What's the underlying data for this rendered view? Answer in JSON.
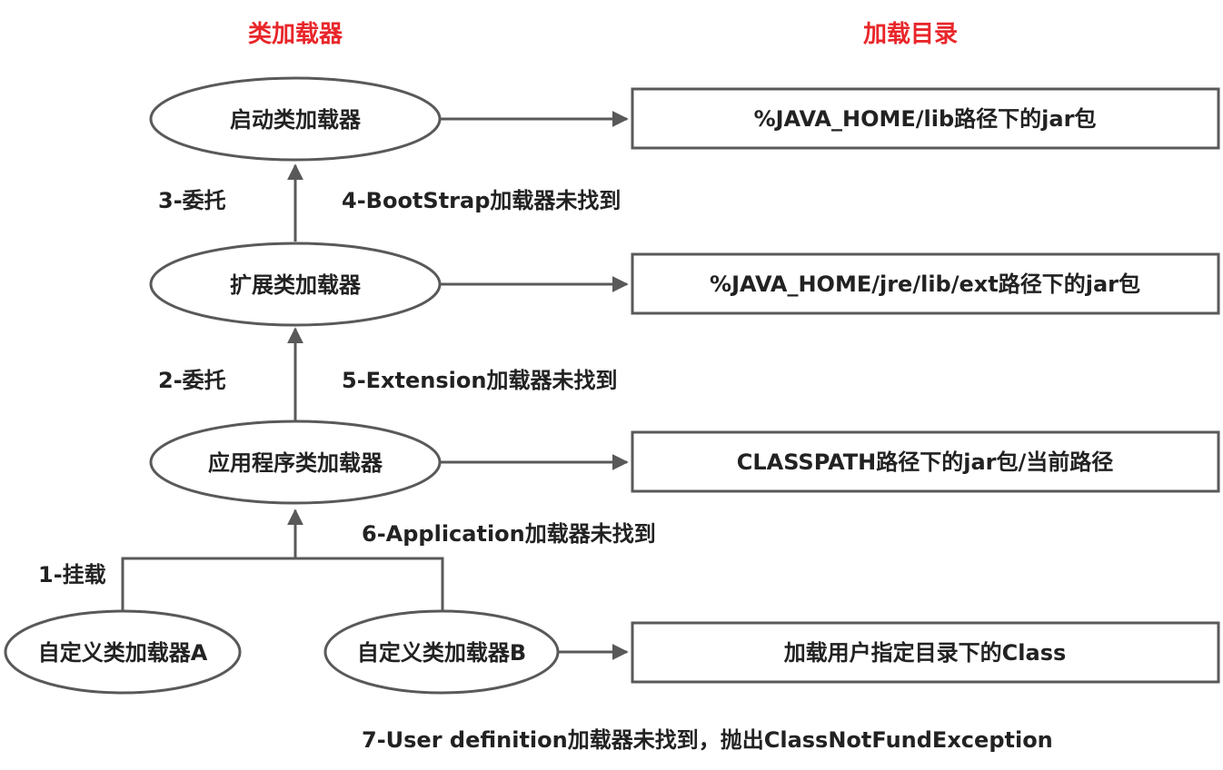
{
  "headers": {
    "loaders": "类加载器",
    "directories": "加载目录"
  },
  "nodes": {
    "bootstrap": "启动类加载器",
    "extension": "扩展类加载器",
    "application": "应用程序类加载器",
    "custom_a": "自定义类加载器A",
    "custom_b": "自定义类加载器B"
  },
  "directories": {
    "bootstrap": "%JAVA_HOME/lib路径下的jar包",
    "extension": "%JAVA_HOME/jre/lib/ext路径下的jar包",
    "application": "CLASSPATH路径下的jar包/当前路径",
    "custom": "加载用户指定目录下的Class"
  },
  "edge_labels": {
    "mount": "1-挂载",
    "delegate_2": "2-委托",
    "delegate_3": "3-委托",
    "not_found_4": "4-BootStrap加载器未找到",
    "not_found_5": "5-Extension加载器未找到",
    "not_found_6": "6-Application加载器未找到",
    "not_found_7": "7-User definition加载器未找到，抛出ClassNotFundException"
  },
  "colors": {
    "header": "#e8262a",
    "text": "#222222",
    "stroke": "#595959"
  }
}
